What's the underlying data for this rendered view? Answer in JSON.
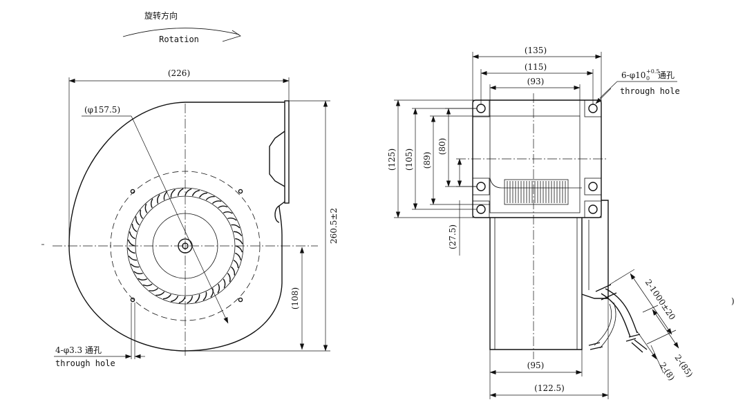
{
  "rotation": {
    "cn": "旋转方向",
    "en": "Rotation"
  },
  "front_view": {
    "width_dim": "(226)",
    "diameter_dim": "(φ157.5)",
    "height_dim": "260.5±2",
    "center_height_dim": "(108)",
    "holes_note": "4-φ3.3 通孔",
    "holes_note_en": "through hole"
  },
  "side_view": {
    "dim_135": "(135)",
    "dim_115": "(115)",
    "dim_93": "(93)",
    "dim_125": "(125)",
    "dim_105": "(105)",
    "dim_89": "(89)",
    "dim_80": "(80)",
    "dim_27_5": "(27.5)",
    "holes_prefix": "6-φ10",
    "holes_tol_upper": "+0.5",
    "holes_tol_lower": "0",
    "holes_suffix": " 通孔",
    "holes_note_en": "through hole",
    "lead_length": "2-1000±20",
    "lead_85": "2-(85)",
    "lead_8": "2-(8)",
    "dim_95": "(95)",
    "dim_122_5": "(122.5)"
  },
  "edge_mark": ")"
}
